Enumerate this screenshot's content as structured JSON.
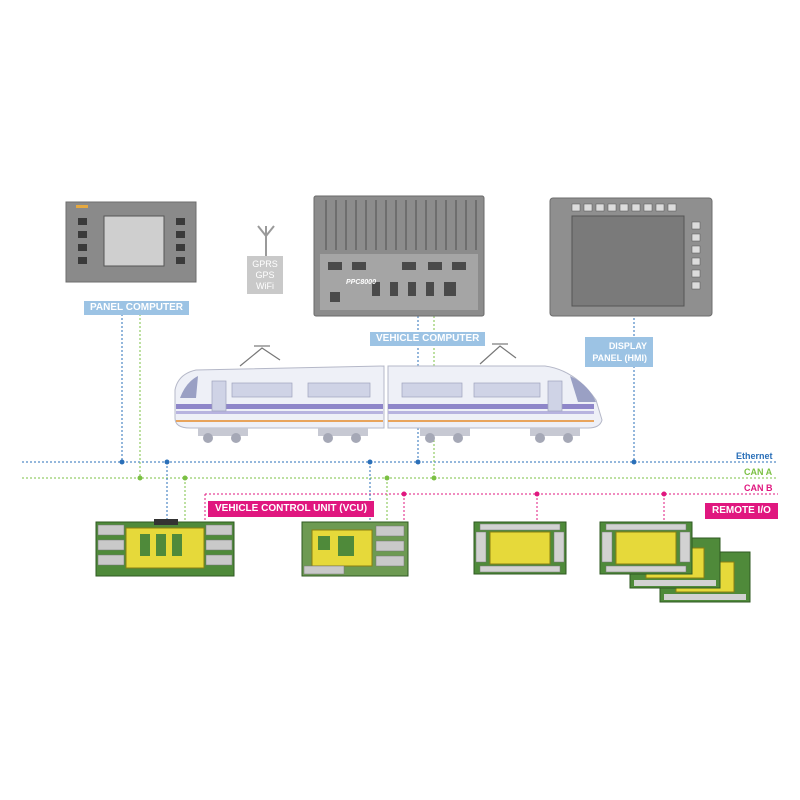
{
  "labels": {
    "panel_computer": "PANEL COMPUTER",
    "vehicle_computer": "VEHICLE COMPUTER",
    "display_line1": "DISPLAY",
    "display_line2": "PANEL (HMI)",
    "vcu": "VEHICLE CONTROL UNIT (VCU)",
    "remote_io": "REMOTE I/O"
  },
  "radio": {
    "line1": "GPRS",
    "line2": "GPS",
    "line3": "WiFi"
  },
  "buses": {
    "ethernet": {
      "name": "Ethernet",
      "color": "#2a6fb8"
    },
    "can_a": {
      "name": "CAN A",
      "color": "#7bc043"
    },
    "can_b": {
      "name": "CAN B",
      "color": "#e0177f"
    }
  },
  "device_text": {
    "vehicle_computer_model": "PPC8000"
  },
  "colors": {
    "label_blue": "#9cc3e4",
    "label_pink": "#e0177f",
    "device_gray": "#8f8f8f",
    "board_green": "#4f8a3a",
    "board_yellow": "#e6d93a"
  }
}
